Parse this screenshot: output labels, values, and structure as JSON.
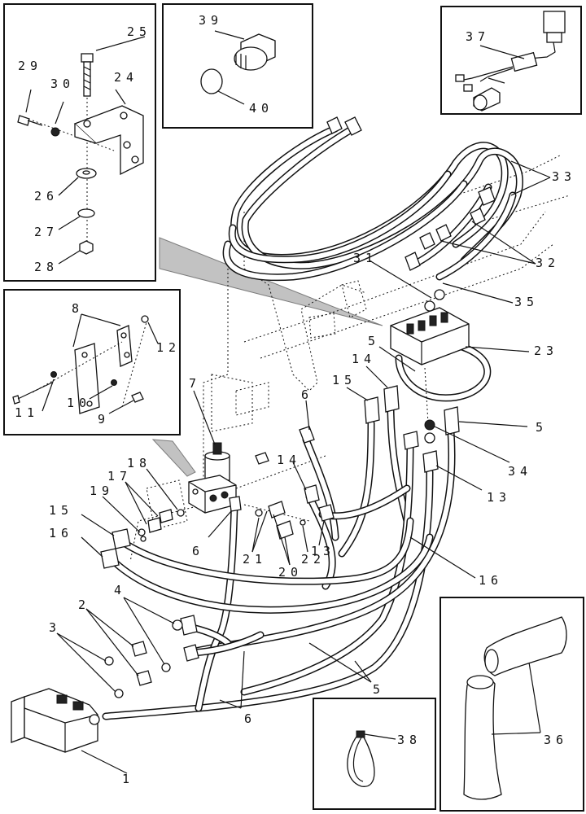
{
  "diagram": {
    "callouts": {
      "c25": "25",
      "c29": "29",
      "c30": "30",
      "c24": "24",
      "c26": "26",
      "c27": "27",
      "c28": "28",
      "c39": "39",
      "c40": "40",
      "c37": "37",
      "c33": "33",
      "c31": "31",
      "c32": "32",
      "c35": "35",
      "c23": "23",
      "c8": "8",
      "c12": "12",
      "c11": "11",
      "c10": "10",
      "c9": "9",
      "c7": "7",
      "c5a": "5",
      "c14a": "14",
      "c15a": "15",
      "c6a": "6",
      "c5b": "5",
      "c34": "34",
      "c14b": "14",
      "c13a": "13",
      "c13b": "13",
      "c18": "18",
      "c17": "17",
      "c19": "19",
      "c15b": "15",
      "c16a": "16",
      "c21": "21",
      "c20": "20",
      "c22": "22",
      "c6b": "6",
      "c16b": "16",
      "c4": "4",
      "c2": "2",
      "c3": "3",
      "c5c": "5",
      "c6c": "6",
      "c1": "1",
      "c38": "38",
      "c36": "36"
    }
  }
}
